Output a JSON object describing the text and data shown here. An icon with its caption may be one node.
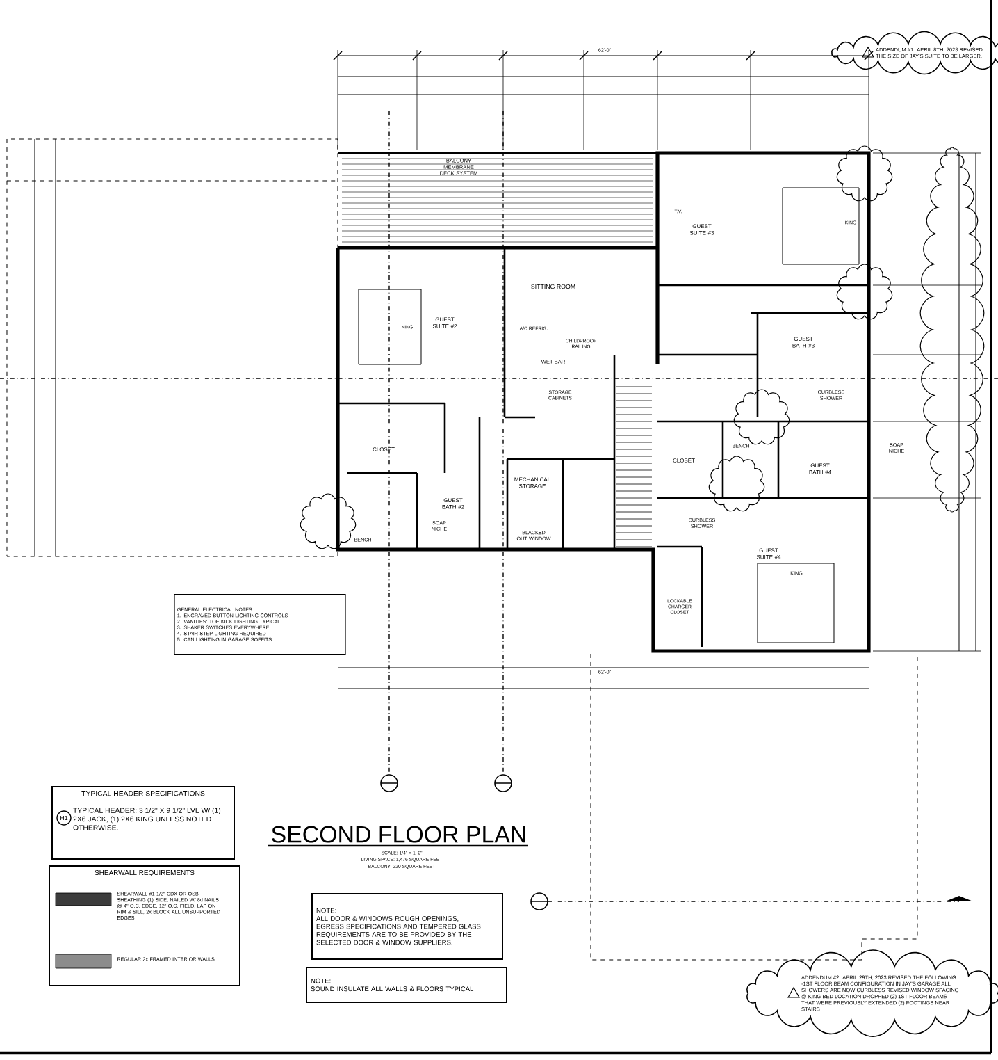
{
  "diagram": {
    "title": "SECOND FLOOR PLAN",
    "nodes": [
      {
        "text": [
          "TYPICAL HEADER SPECIFICATIONS",
          "TYPICAL HEADER: 3 1/2\" X 9 1/2\" LVL W/ (1) 2X6 JACK, (1) 2X6 KING UNLESS NOTED OTHERWISE."
        ]
      },
      {
        "text": [
          "SHEARWALL REQUIREMENTS"
        ]
      },
      {
        "text": [
          "NOTE:",
          "ALL DOOR & WINDOWS ROUGH OPENINGS, EGRESS SPECIFICATIONS AND TEMPERED GLASS REQUIREMENTS ARE TO BE PROVIDED BY THE SELECTED DOOR & WINDOW SUPPLIERS."
        ]
      },
      {
        "text": [
          "NOTE:",
          "SOUND INSULATE ALL WALLS & FLOORS TYPICAL"
        ]
      },
      {
        "text": [
          "GENERAL ELECTRICAL NOTES:",
          "1. ENGRAVED BUTTON LIGHTING CONTROLS",
          "2. VANITIES: TOE KICK LIGHTING TYPICAL",
          "3. SHAKER SWITCHES EVERYWHERE",
          "4. STAIR STEP LIGHTING REQUIRED",
          "5. CAN LIGHTING IN GARAGE SOFFITS"
        ]
      },
      {
        "text": [
          "ADDENDUM #1: APRIL 8TH, 2023 REVISED THE SIZE OF JAY'S SUITE TO BE LARGER."
        ]
      },
      {
        "text": [
          "ADDENDUM #2: APRIL 29TH, 2023 REVISED THE FOLLOWING: -1ST FLOOR BEAM CONFIGURATION IN JAY'S GARAGE ALL SHOWERS ARE NOW CURBLESS REVISED WINDOW SPACING @ KING BED LOCATION DROPPED (2) 1ST FLOOR BEAMS THAT WERE PREVIOUSLY EXTENDED (2) FOOTINGS NEAR STAIRS"
        ]
      }
    ],
    "labels": [
      "62'-0\"",
      "BALCONY MEMBRANE DECK SYSTEM",
      "GUEST SUITE #3",
      "T.V.",
      "KING",
      "SITTING ROOM",
      "GUEST SUITE #2",
      "KING",
      "A/C REFRIG.",
      "CHILDPROOF RAILING",
      "WET BAR",
      "STORAGE CABINETS",
      "CLOSET",
      "MECHANICAL STORAGE",
      "GUEST BATH #2",
      "SOAP NICHE",
      "BENCH",
      "BLACKED OUT WINDOW",
      "GUEST BATH #3",
      "CURBLESS SHOWER",
      "SOAP NICHE",
      "BENCH",
      "CLOSET",
      "GUEST BATH #4",
      "CURBLESS SHOWER",
      "GUEST SUITE #4",
      "KING",
      "LOCKABLE CHARGER CLOSET",
      "H1",
      "SCALE: 1/4\" = 1'-0\"",
      "LIVING SPACE: 1,476 SQUARE FEET",
      "BALCONY: 220 SQUARE FEET",
      "62'-0\""
    ],
    "legend": [
      {
        "text": "SHEARWALL #1 1/2\" CDX OR OSB SHEATHING (1) SIDE, NAILED W/ 8d NAILS @ 4\" O.C. EDGE, 12\" O.C. FIELD, LAP ON RIM & SILL, 2x BLOCK ALL UNSUPPORTED EDGES",
        "color": "#3c3c3c"
      },
      {
        "text": "REGULAR 2x FRAMED INTERIOR WALLS",
        "color": "#8c8c8c"
      }
    ]
  }
}
